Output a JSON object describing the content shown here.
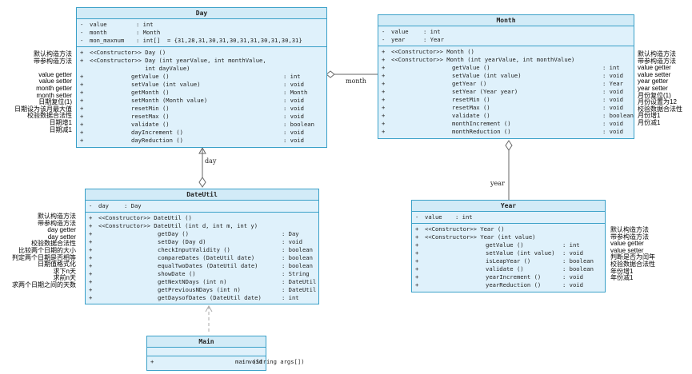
{
  "classes": {
    "day": {
      "name": "Day",
      "attributes": [
        {
          "vis": "-",
          "name": "value",
          "type": ": int"
        },
        {
          "vis": "-",
          "name": "month",
          "type": ": Month"
        },
        {
          "vis": "-",
          "name": "mon_maxnum",
          "type": ": int[]  = {31,28,31,30,31,30,31,31,30,31,30,31}"
        }
      ],
      "operations": [
        {
          "vis": "+",
          "name": "<<Constructor>> Day ()",
          "type": ""
        },
        {
          "vis": "+",
          "name": "<<Constructor>> Day (int yearValue, int monthValue,",
          "type": ""
        },
        {
          "vis": "",
          "name": "                int dayValue)",
          "type": ""
        },
        {
          "vis": "+",
          "name": "getValue ()",
          "type": ": int"
        },
        {
          "vis": "+",
          "name": "setValue (int value)",
          "type": ": void"
        },
        {
          "vis": "+",
          "name": "getMonth ()",
          "type": ": Month"
        },
        {
          "vis": "+",
          "name": "setMonth (Month value)",
          "type": ": void"
        },
        {
          "vis": "+",
          "name": "resetMin ()",
          "type": ": void"
        },
        {
          "vis": "+",
          "name": "resetMax ()",
          "type": ": void"
        },
        {
          "vis": "+",
          "name": "validate ()",
          "type": ": boolean"
        },
        {
          "vis": "+",
          "name": "dayIncrement ()",
          "type": ": void"
        },
        {
          "vis": "+",
          "name": "dayReduction ()",
          "type": ": void"
        }
      ]
    },
    "month": {
      "name": "Month",
      "attributes": [
        {
          "vis": "-",
          "name": "value",
          "type": ": int"
        },
        {
          "vis": "-",
          "name": "year",
          "type": ": Year"
        }
      ],
      "operations": [
        {
          "vis": "+",
          "name": "<<Constructor>> Month ()",
          "type": ""
        },
        {
          "vis": "+",
          "name": "<<Constructor>> Month (int yearValue, int monthValue)",
          "type": ""
        },
        {
          "vis": "+",
          "name": "getValue ()",
          "type": ": int"
        },
        {
          "vis": "+",
          "name": "setValue (int value)",
          "type": ": void"
        },
        {
          "vis": "+",
          "name": "getYear ()",
          "type": ": Year"
        },
        {
          "vis": "+",
          "name": "setYear (Year year)",
          "type": ": void"
        },
        {
          "vis": "+",
          "name": "resetMin ()",
          "type": ": void"
        },
        {
          "vis": "+",
          "name": "resetMax ()",
          "type": ": void"
        },
        {
          "vis": "+",
          "name": "validate ()",
          "type": ": boolean"
        },
        {
          "vis": "+",
          "name": "monthIncrement ()",
          "type": ": void"
        },
        {
          "vis": "+",
          "name": "monthReduction ()",
          "type": ": void"
        }
      ]
    },
    "year": {
      "name": "Year",
      "attributes": [
        {
          "vis": "-",
          "name": "value",
          "type": ": int"
        }
      ],
      "operations": [
        {
          "vis": "+",
          "name": "<<Constructor>> Year ()",
          "type": ""
        },
        {
          "vis": "+",
          "name": "<<Constructor>> Year (int value)",
          "type": ""
        },
        {
          "vis": "+",
          "name": "getValue ()",
          "type": ": int"
        },
        {
          "vis": "+",
          "name": "setValue (int value)",
          "type": ": void"
        },
        {
          "vis": "+",
          "name": "isLeapYear ()",
          "type": ": boolean"
        },
        {
          "vis": "+",
          "name": "validate ()",
          "type": ": boolean"
        },
        {
          "vis": "+",
          "name": "yearIncrement ()",
          "type": ": void"
        },
        {
          "vis": "+",
          "name": "yearReduction ()",
          "type": ": void"
        }
      ]
    },
    "dateutil": {
      "name": "DateUtil",
      "attributes": [
        {
          "vis": "-",
          "name": "day",
          "type": ": Day"
        }
      ],
      "operations": [
        {
          "vis": "+",
          "name": "<<Constructor>> DateUtil ()",
          "type": ""
        },
        {
          "vis": "+",
          "name": "<<Constructor>> DateUtil (int d, int m, int y)",
          "type": ""
        },
        {
          "vis": "+",
          "name": "getDay ()",
          "type": ": Day"
        },
        {
          "vis": "+",
          "name": "setDay (Day d)",
          "type": ": void"
        },
        {
          "vis": "+",
          "name": "checkInputValidity ()",
          "type": ": boolean"
        },
        {
          "vis": "+",
          "name": "compareDates (DateUtil date)",
          "type": ": boolean"
        },
        {
          "vis": "+",
          "name": "equalTwoDates (DateUtil date)",
          "type": ": boolean"
        },
        {
          "vis": "+",
          "name": "showDate ()",
          "type": ": String"
        },
        {
          "vis": "+",
          "name": "getNextNDays (int n)",
          "type": ": DateUtil"
        },
        {
          "vis": "+",
          "name": "getPreviousNDays (int n)",
          "type": ": DateUtil"
        },
        {
          "vis": "+",
          "name": "getDaysofDates (DateUtil date)",
          "type": ": int"
        }
      ]
    },
    "main": {
      "name": "Main",
      "attributes": [],
      "operations": [
        {
          "vis": "+",
          "name": "main (String args[])",
          "type": ": void"
        }
      ]
    }
  },
  "relations": {
    "day_month": "month",
    "day_dateutil": "day",
    "month_year": "year"
  },
  "notes": {
    "day": "默认构造方法\n带参构造方法\n\nvalue getter\nvalue setter\nmonth getter\nmonth setter\n日期复位(1)\n日期设为该月最大值\n校验数据合法性\n日期增1\n日期减1",
    "month": "默认构造方法\n带参构造方法\nvalue getter\nvalue setter\nyear getter\nyear setter\n月份复位(1)\n月份设置为12\n校验数据合法性\n月份增1\n月份减1",
    "dateutil": "默认构造方法\n带参构造方法\nday getter\nday setter\n校验数据合法性\n比较两个日期的大小\n判定两个日期是否相等\n日期值格式化\n求下n天\n求前n天\n求两个日期之间的天数",
    "year": "默认构造方法\n带参构造方法\nvalue getter\nvalue setter\n判断是否为闰年\n校验数据合法性\n年份增1\n年份减1"
  },
  "colors": {
    "border": "#3aa0c8",
    "fill": "#dff1fb",
    "line": "#888888"
  }
}
